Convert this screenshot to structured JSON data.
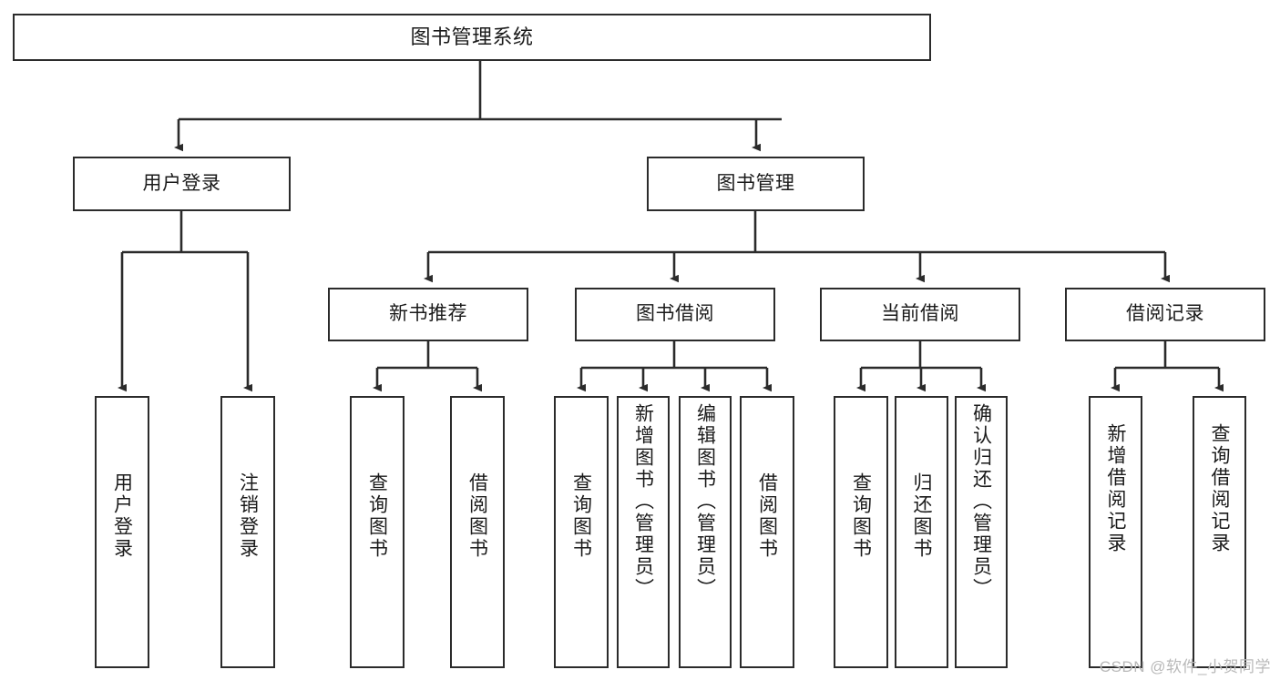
{
  "diagram": {
    "title": "图书管理系统",
    "watermark": "CSDN @软件_小贺同学",
    "colors": {
      "stroke": "#2b2b2b",
      "fill": "#ffffff",
      "text": "#1a1a1a",
      "watermark": "#b9b9b9"
    },
    "levels": {
      "root": {
        "label": "图书管理系统"
      },
      "level1": [
        {
          "id": "user-login",
          "label": "用户登录"
        },
        {
          "id": "book-management",
          "label": "图书管理"
        }
      ],
      "level2": [
        {
          "id": "new-book-recommend",
          "label": "新书推荐"
        },
        {
          "id": "book-borrow",
          "label": "图书借阅"
        },
        {
          "id": "current-borrow",
          "label": "当前借阅"
        },
        {
          "id": "borrow-record",
          "label": "借阅记录"
        }
      ],
      "leaves": [
        {
          "id": "leaf-user-login",
          "parent": "user-login",
          "label": "用户登录"
        },
        {
          "id": "leaf-logout",
          "parent": "user-login",
          "label": "注销登录"
        },
        {
          "id": "leaf-query-book-1",
          "parent": "new-book-recommend",
          "label": "查询图书"
        },
        {
          "id": "leaf-borrow-book-1",
          "parent": "new-book-recommend",
          "label": "借阅图书"
        },
        {
          "id": "leaf-query-book-2",
          "parent": "book-borrow",
          "label": "查询图书"
        },
        {
          "id": "leaf-add-book",
          "parent": "book-borrow",
          "label": "新增图书（管理员）"
        },
        {
          "id": "leaf-edit-book",
          "parent": "book-borrow",
          "label": "编辑图书（管理员）"
        },
        {
          "id": "leaf-borrow-book-2",
          "parent": "book-borrow",
          "label": "借阅图书"
        },
        {
          "id": "leaf-query-book-3",
          "parent": "current-borrow",
          "label": "查询图书"
        },
        {
          "id": "leaf-return-book",
          "parent": "current-borrow",
          "label": "归还图书"
        },
        {
          "id": "leaf-confirm-return",
          "parent": "current-borrow",
          "label": "确认归还（管理员）"
        },
        {
          "id": "leaf-add-record",
          "parent": "borrow-record",
          "label": "新增借阅记录"
        },
        {
          "id": "leaf-query-record",
          "parent": "borrow-record",
          "label": "查询借阅记录"
        }
      ]
    }
  }
}
